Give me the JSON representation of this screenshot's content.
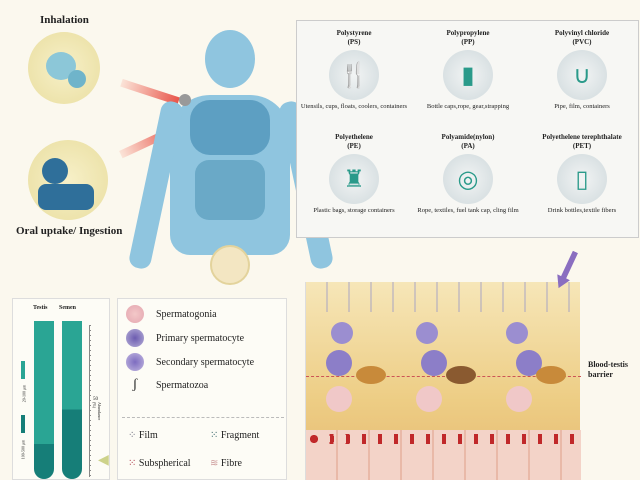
{
  "exposure": {
    "inhalation": "Inhalation",
    "ingestion": "Oral uptake/ Ingestion"
  },
  "plastics": [
    {
      "name": "Polystyrene",
      "abbr": "(PS)",
      "uses": "Utensils, cups, floats, coolers, containers",
      "icon": "utensils-icon",
      "glyph": "🍴"
    },
    {
      "name": "Polypropylene",
      "abbr": "(PP)",
      "uses": "Bottle caps,rope, gear,strapping",
      "icon": "jar-icon",
      "glyph": "▮"
    },
    {
      "name": "Polyvinyl chloride",
      "abbr": "(PVC)",
      "uses": "Pipe, film, containers",
      "icon": "pipe-icon",
      "glyph": "∪"
    },
    {
      "name": "Polyethelene",
      "abbr": "(PE)",
      "uses": "Plastic bags, storage containers",
      "icon": "bag-icon",
      "glyph": "♜"
    },
    {
      "name": "Polyamide(nylon)",
      "abbr": "(PA)",
      "uses": "Rope, textiles, fuel tank cap, cling film",
      "icon": "spool-icon",
      "glyph": "◎"
    },
    {
      "name": "Polyethelene terephthalate",
      "abbr": "(PET)",
      "uses": "Drink bottles,textile fibers",
      "icon": "bottle-icon",
      "glyph": "▯"
    }
  ],
  "tubes": {
    "testis": "Testis",
    "semen": "Semen",
    "size_small": "20-100 μm",
    "size_large": "100-500 μm",
    "axis_value": "50",
    "axis_label": "Abundance (%)"
  },
  "cells": [
    "Spermatogonia",
    "Primary spermatocyte",
    "Secondary spermatocyte",
    "Spermatozoa"
  ],
  "shapes": [
    "Film",
    "Fragment",
    "Subspherical",
    "Fibre"
  ],
  "barrier": "Blood-testis barrier",
  "colors": {
    "teal": "#2aa594",
    "teal_dark": "#167e78",
    "body": "#8fc5df"
  }
}
